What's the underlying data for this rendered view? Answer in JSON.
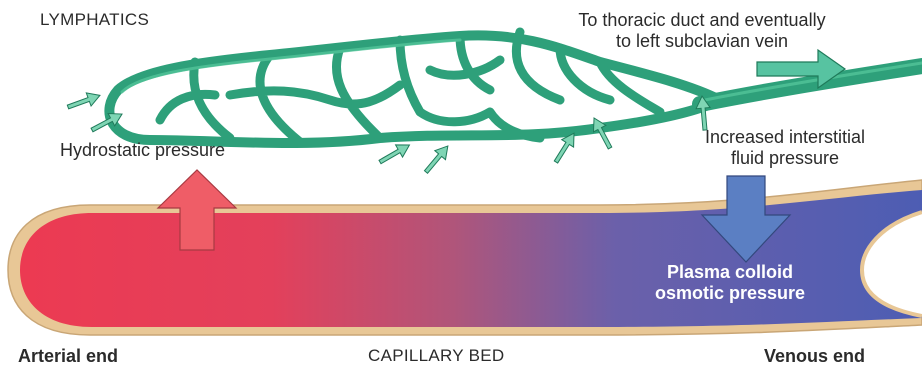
{
  "labels": {
    "lymphatics": "LYMPHATICS",
    "thoracic_duct": [
      "To thoracic duct and eventually",
      "to left subclavian vein"
    ],
    "hydrostatic_pressure": "Hydrostatic pressure",
    "interstitial_pressure": [
      "Increased interstitial",
      "fluid pressure"
    ],
    "plasma_colloid": [
      "Plasma colloid",
      "osmotic pressure"
    ],
    "arterial_end": "Arterial end",
    "capillary_bed": "CAPILLARY BED",
    "venous_end": "Venous end"
  },
  "colors": {
    "lymphatic_vessel": "#2ea07a",
    "lymphatic_highlight": "#55c79c",
    "arterial_red": "#ec3a52",
    "venous_blue": "#4d5db3",
    "capillary_wall": "#e8c796",
    "hydrostatic_arrow": "#ef5d67",
    "oncotic_arrow": "#5b7fc3",
    "flow_arrow": "#57c3a1",
    "label_text": "#2b2b2b"
  }
}
